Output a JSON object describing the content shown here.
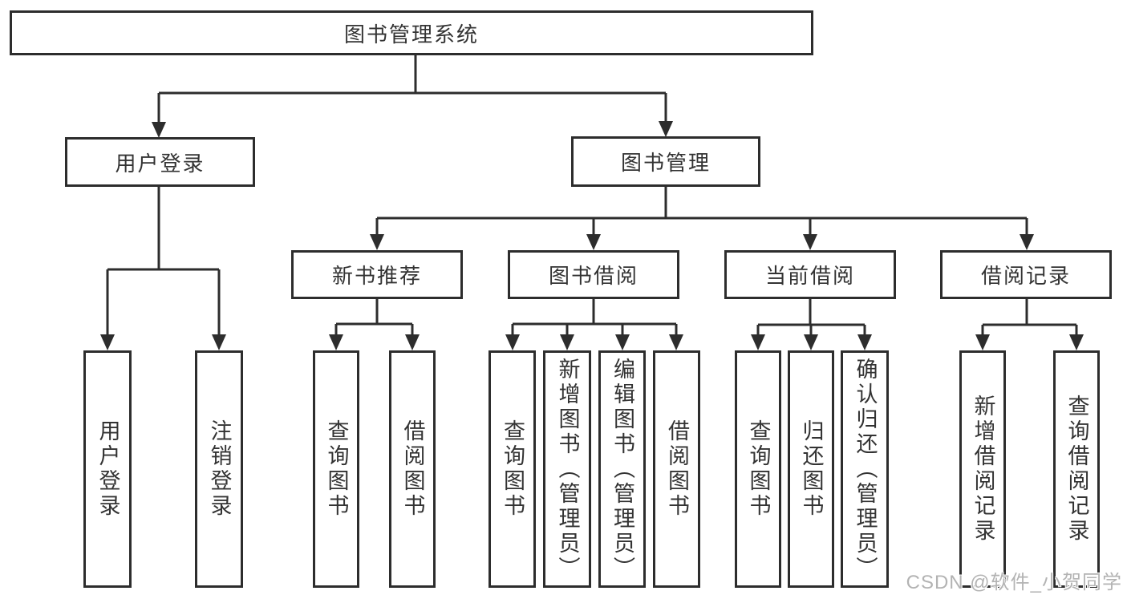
{
  "diagram": {
    "nodes": {
      "root": "图书管理系统",
      "user_login": "用户登录",
      "book_mgmt": "图书管理",
      "new_book_rec": "新书推荐",
      "book_borrow": "图书借阅",
      "current_borrow": "当前借阅",
      "borrow_records": "借阅记录",
      "ul_login": "用户登录",
      "ul_logout": "注销登录",
      "nbr_query": "查询图书",
      "nbr_borrow": "借阅图书",
      "bb_query": "查询图书",
      "bb_add": "新增图书（管理员）",
      "bb_edit": "编辑图书（管理员）",
      "bb_borrow": "借阅图书",
      "cb_query": "查询图书",
      "cb_return": "归还图书",
      "cb_confirm": "确认归还（管理员）",
      "br_add": "新增借阅记录",
      "br_query": "查询借阅记录"
    },
    "colors": {
      "line": "#2d2d2d",
      "text": "#333333",
      "background": "#ffffff",
      "watermark": "#b3b3b3"
    }
  },
  "watermark": "CSDN @软件_小贺同学"
}
